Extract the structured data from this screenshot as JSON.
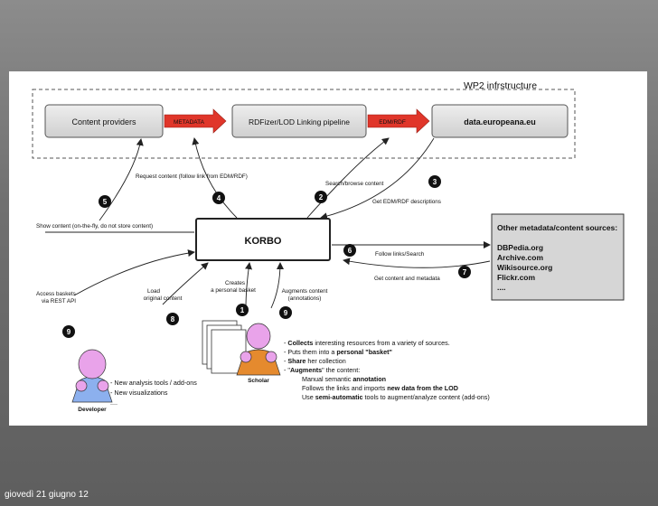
{
  "footer": {
    "date": "giovedì 21 giugno 12"
  },
  "diagram": {
    "title": "WP2 infrstructure",
    "nodes": {
      "content_providers": "Content providers",
      "rdfizer": "RDFizer/LOD Linking pipeline",
      "europeana": "data.europeana.eu",
      "korbo": "KORBO",
      "other_sources_title": "Other metadata/content sources:",
      "other_sources": [
        "DBPedia.org",
        "Archive.com",
        "Wikisource.org",
        "Flickr.com",
        "...."
      ]
    },
    "arrow_labels": {
      "metadata": "METADATA",
      "edm_rdf": "EDM/RDF"
    },
    "edge_labels": {
      "request_content": "Request content (follow link from EDM/RDF)",
      "search_browse": "Search/browse content",
      "get_edm": "Get EDM/RDF descriptions",
      "show_content": "Show content (on-the-fly, do not store content)",
      "follow_links": "Follow links/Search",
      "get_content": "Get content and metadata",
      "access_baskets": [
        "Access baskets",
        "via REST API"
      ],
      "load_original": [
        "Load",
        "original content"
      ],
      "creates_basket": [
        "Creates",
        "a personal basket"
      ],
      "augments": [
        "Augments content",
        "(annotations)"
      ]
    },
    "badges": [
      "1",
      "2",
      "3",
      "4",
      "5",
      "6",
      "7",
      "8",
      "9",
      "9"
    ],
    "actors": {
      "scholar": "Scholar",
      "developer": "Developer"
    },
    "scholar_notes": [
      {
        "pre": "- ",
        "bold": "Collects",
        "post": " interesting resources from a variety of sources."
      },
      {
        "pre": "- Puts them into a ",
        "bold": "personal \"basket\"",
        "post": ""
      },
      {
        "pre": "- ",
        "bold": "Share",
        "post": " her collection"
      },
      {
        "pre": "- \"",
        "bold": "Augments",
        "post": "\" the content:"
      },
      {
        "pre": "     Manual semantic ",
        "bold": "annotation",
        "post": ""
      },
      {
        "pre": "     Follows the links and imports ",
        "bold": "new data from the LOD",
        "post": ""
      },
      {
        "pre": "     Use ",
        "bold": "semi-automatic",
        "post": " tools to augment/analyze content (add-ons)"
      }
    ],
    "developer_notes": [
      "- New analysis tools / add-ons",
      "- New visualizations",
      "...."
    ]
  },
  "colors": {
    "accent_red": "#e0362a",
    "badge": "#111111",
    "head_pink": "#e9a3ea",
    "body_blue": "#8cb0ee",
    "body_orange": "#e58a2e",
    "box_gray": "#d6d6d6"
  }
}
